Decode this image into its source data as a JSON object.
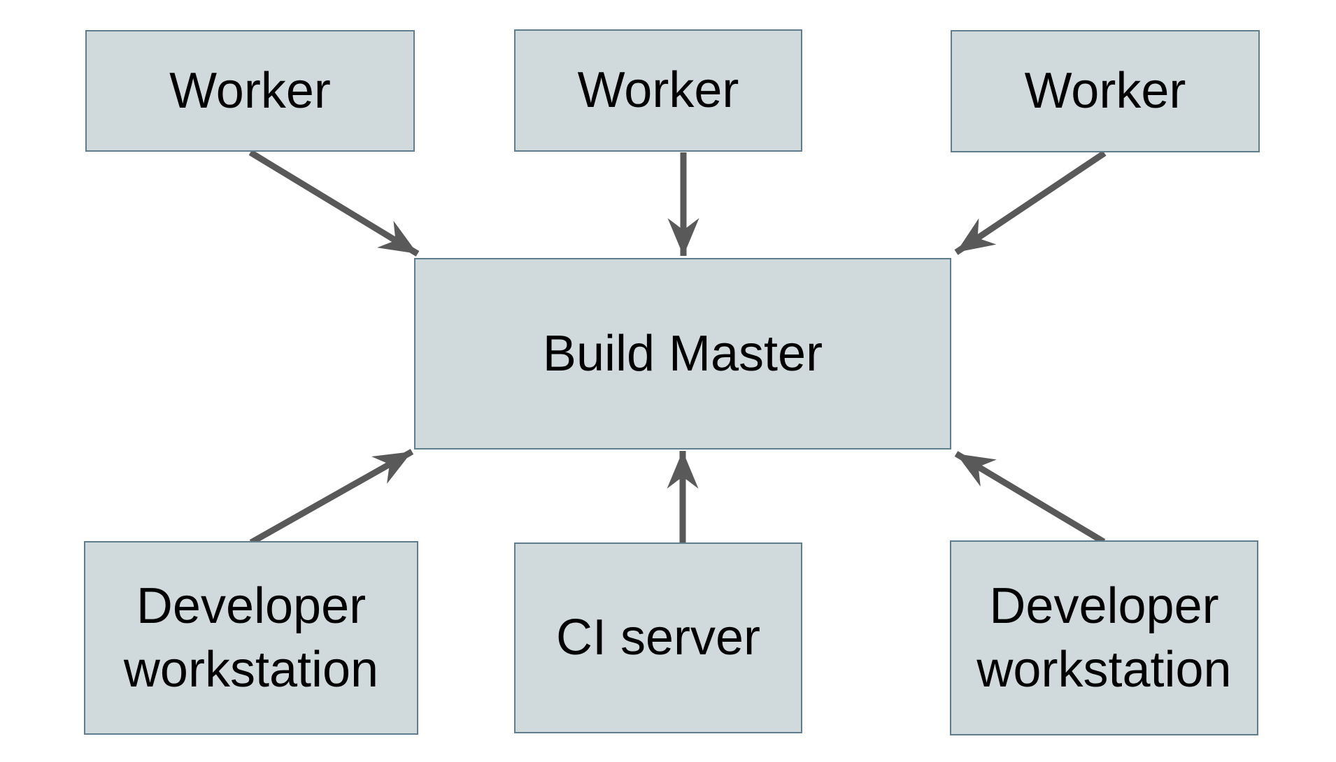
{
  "diagram": {
    "nodes": {
      "worker_top_left": {
        "label": "Worker"
      },
      "worker_top_center": {
        "label": "Worker"
      },
      "worker_top_right": {
        "label": "Worker"
      },
      "build_master": {
        "label": "Build Master"
      },
      "developer_workstation_left": {
        "label": "Developer workstation"
      },
      "ci_server": {
        "label": "CI server"
      },
      "developer_workstation_right": {
        "label": "Developer workstation"
      }
    },
    "edges": [
      {
        "from": "worker_top_left",
        "to": "build_master"
      },
      {
        "from": "worker_top_center",
        "to": "build_master"
      },
      {
        "from": "worker_top_right",
        "to": "build_master"
      },
      {
        "from": "developer_workstation_left",
        "to": "build_master"
      },
      {
        "from": "ci_server",
        "to": "build_master"
      },
      {
        "from": "developer_workstation_right",
        "to": "build_master"
      }
    ],
    "colors": {
      "background": "#ffffff",
      "node_fill": "#d0d9db",
      "node_border": "#5f7d8c",
      "arrow": "#595959",
      "text": "#000000"
    }
  }
}
